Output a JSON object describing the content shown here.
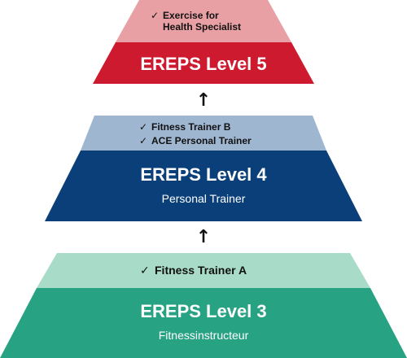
{
  "colors": {
    "level5_light": "#e8a0a4",
    "level5_dark": "#cd1a2e",
    "level4_light": "#9fb6d1",
    "level4_dark": "#0a3f7a",
    "level3_light": "#a8dbc8",
    "level3_dark": "#27a283",
    "arrow": "#111111"
  },
  "icons": {
    "check": "check-icon",
    "arrow": "arrow-up-icon"
  },
  "check_glyph": "✓",
  "arrow_glyph": "↑",
  "level5": {
    "title": "EREPS Level 5",
    "items": [
      "Exercise for",
      "Health Specialist"
    ]
  },
  "level4": {
    "title": "EREPS Level 4",
    "subtitle": "Personal Trainer",
    "items": [
      "Fitness Trainer B",
      "ACE Personal Trainer"
    ]
  },
  "level3": {
    "title": "EREPS Level 3",
    "subtitle": "Fitnessinstructeur",
    "items": [
      "Fitness Trainer A"
    ]
  }
}
